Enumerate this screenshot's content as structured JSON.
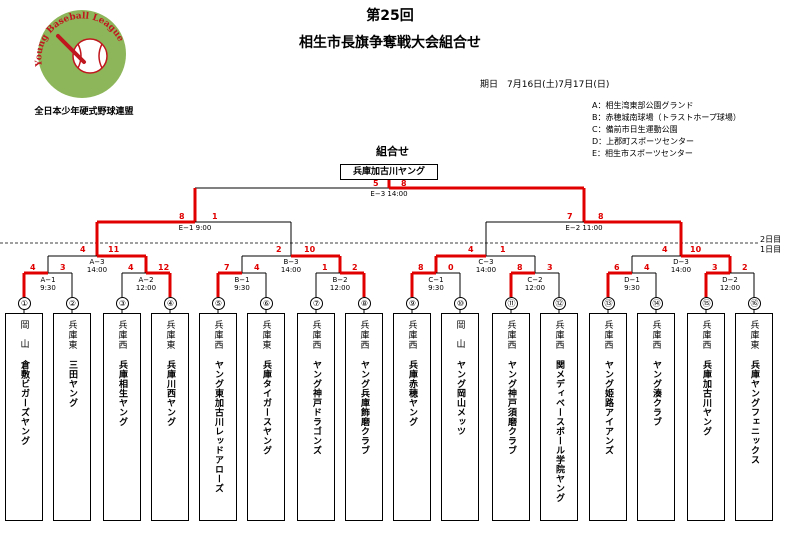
{
  "header": {
    "edition": "第25回",
    "title": "相生市長旗争奪戦大会組合せ",
    "dates": "期日　7月16日(土)7月17日(日)",
    "section": "組合せ"
  },
  "logo": {
    "arc_text": "Young Baseball League",
    "org": "全日本少年硬式野球連盟"
  },
  "venues": [
    "A：相生湾東部公園グランド",
    "B：赤穂城南球場（トラストホープ球場）",
    "C：備前市日生運動公園",
    "D：上郡町スポーツセンター",
    "E：相生市スポーツセンター"
  ],
  "day_labels": {
    "day2": "2日目",
    "day1": "1日目"
  },
  "champion": {
    "name": "兵庫加古川ヤング",
    "score_left": "5",
    "score_right": "8",
    "game": "E−3 14:00"
  },
  "semis": [
    {
      "game": "E−1 9:00",
      "score_left": "8",
      "score_right": "1"
    },
    {
      "game": "E−2 11:00",
      "score_left": "7",
      "score_right": "8"
    }
  ],
  "quarters": [
    {
      "game": "A−3",
      "time": "14:00",
      "score_left": "4",
      "score_right": "11"
    },
    {
      "game": "B−3",
      "time": "14:00",
      "score_left": "2",
      "score_right": "10"
    },
    {
      "game": "C−3",
      "time": "14:00",
      "score_left": "4",
      "score_right": "1"
    },
    {
      "game": "D−3",
      "time": "14:00",
      "score_left": "4",
      "score_right": "10"
    }
  ],
  "firsts": [
    {
      "game": "A−1",
      "time": "9:30",
      "score_left": "4",
      "score_right": "3"
    },
    {
      "game": "A−2",
      "time": "12:00",
      "score_left": "4",
      "score_right": "12"
    },
    {
      "game": "B−1",
      "time": "9:30",
      "score_left": "7",
      "score_right": "4"
    },
    {
      "game": "B−2",
      "time": "12:00",
      "score_left": "1",
      "score_right": "2"
    },
    {
      "game": "C−1",
      "time": "9:30",
      "score_left": "8",
      "score_right": "0"
    },
    {
      "game": "C−2",
      "time": "12:00",
      "score_left": "8",
      "score_right": "3"
    },
    {
      "game": "D−1",
      "time": "9:30",
      "score_left": "6",
      "score_right": "4"
    },
    {
      "game": "D−2",
      "time": "12:00",
      "score_left": "3",
      "score_right": "2"
    }
  ],
  "teams": [
    {
      "no": "①",
      "pref": "岡山",
      "name": "倉敷ビガーズヤング"
    },
    {
      "no": "②",
      "pref": "兵庫東",
      "name": "三田ヤング"
    },
    {
      "no": "③",
      "pref": "兵庫西",
      "name": "兵庫相生ヤング"
    },
    {
      "no": "④",
      "pref": "兵庫東",
      "name": "兵庫川西ヤング"
    },
    {
      "no": "⑤",
      "pref": "兵庫西",
      "name": "ヤング東加古川レッドアローズ"
    },
    {
      "no": "⑥",
      "pref": "兵庫東",
      "name": "兵庫タイガースヤング"
    },
    {
      "no": "⑦",
      "pref": "兵庫西",
      "name": "ヤング神戸ドラゴンズ"
    },
    {
      "no": "⑧",
      "pref": "兵庫西",
      "name": "ヤング兵庫飾磨クラブ"
    },
    {
      "no": "⑨",
      "pref": "兵庫西",
      "name": "兵庫赤穂ヤング"
    },
    {
      "no": "⑩",
      "pref": "岡山",
      "name": "ヤング岡山メッツ"
    },
    {
      "no": "⑪",
      "pref": "兵庫西",
      "name": "ヤング神戸須磨クラブ"
    },
    {
      "no": "⑫",
      "pref": "兵庫西",
      "name": "関メディベースボール学院ヤング"
    },
    {
      "no": "⑬",
      "pref": "兵庫西",
      "name": "ヤング姫路アイアンズ"
    },
    {
      "no": "⑭",
      "pref": "兵庫西",
      "name": "ヤング湊クラブ"
    },
    {
      "no": "⑮",
      "pref": "兵庫西",
      "name": "兵庫加古川ヤング"
    },
    {
      "no": "⑯",
      "pref": "兵庫東",
      "name": "兵庫ヤングフェニックス"
    }
  ],
  "colors": {
    "winner_line": "#e00000",
    "line": "#000000",
    "logo_green": "#8db65a",
    "logo_red": "#c0161d"
  }
}
